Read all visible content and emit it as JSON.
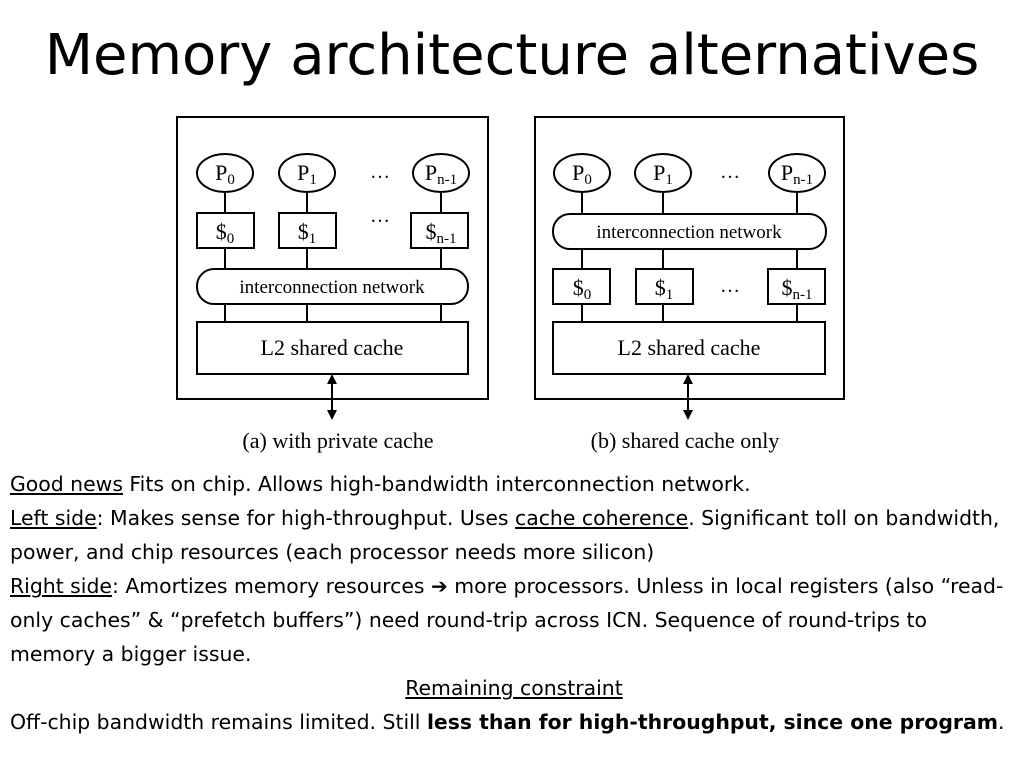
{
  "title": "Memory architecture alternatives",
  "diagram": {
    "left": {
      "processors": [
        "P",
        "P",
        "P"
      ],
      "processor_subs": [
        "0",
        "1",
        "n-1"
      ],
      "caches": [
        "$",
        "$",
        "$"
      ],
      "cache_subs": [
        "0",
        "1",
        "n-1"
      ],
      "ellipsis": "…",
      "network": "interconnection network",
      "l2": "L2 shared cache",
      "caption": "(a) with private cache"
    },
    "right": {
      "processors": [
        "P",
        "P",
        "P"
      ],
      "processor_subs": [
        "0",
        "1",
        "n-1"
      ],
      "caches": [
        "$",
        "$",
        "$"
      ],
      "cache_subs": [
        "0",
        "1",
        "n-1"
      ],
      "ellipsis": "…",
      "network": "interconnection network",
      "l2": "L2 shared cache",
      "caption": "(b) shared cache only"
    }
  },
  "text": {
    "good_news_label": "Good news",
    "good_news_text": " Fits on chip. Allows high-bandwidth interconnection network.",
    "left_side_label": "Left side",
    "left_side_text_1": ": Makes sense for high-throughput. Uses ",
    "cache_coherence": "cache coherence",
    "left_side_text_2": ". Significant toll on bandwidth, power, and chip resources (each processor needs more silicon)",
    "right_side_label": "Right side",
    "right_side_text_1": ": Amortizes memory resources ",
    "arrow": "➔",
    "right_side_text_2": " more processors. Unless in local registers (also “read-only caches” & “prefetch buffers”) need round-trip across ICN. Sequence of round-trips to memory a bigger issue.",
    "remaining_constraint": "Remaining constraint",
    "offchip_text": "Off-chip bandwidth remains limited. Still ",
    "offchip_bold": "less than for high-throughput, since one program",
    "offchip_end": "."
  }
}
